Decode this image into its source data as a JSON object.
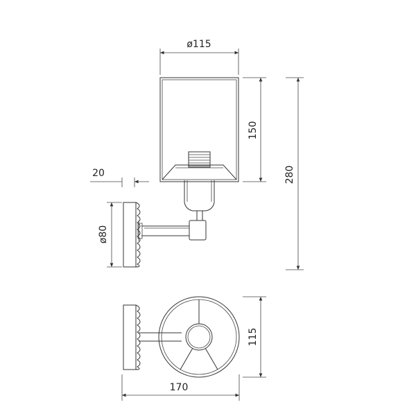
{
  "drawing": {
    "dimensions": {
      "shade_diameter": "ø115",
      "shade_height": "150",
      "total_height": "280",
      "backplate_offset": "20",
      "backplate_diameter": "ø80",
      "shade_width_top": "115",
      "total_depth": "170"
    },
    "colors": {
      "line": "#333333",
      "text": "#222222",
      "background": "#ffffff"
    }
  }
}
